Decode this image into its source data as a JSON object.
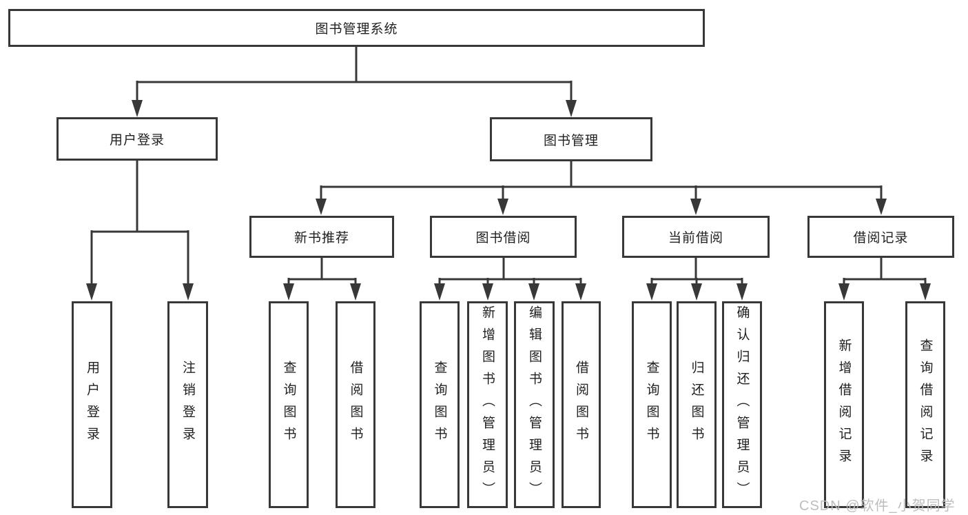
{
  "root": {
    "label": "图书管理系统"
  },
  "level2": [
    {
      "label": "用户登录"
    },
    {
      "label": "图书管理"
    }
  ],
  "level3": [
    {
      "label": "新书推荐",
      "parent": "图书管理"
    },
    {
      "label": "图书借阅",
      "parent": "图书管理"
    },
    {
      "label": "当前借阅",
      "parent": "图书管理"
    },
    {
      "label": "借阅记录",
      "parent": "图书管理"
    }
  ],
  "leaves": [
    {
      "label": "用户登录",
      "parent": "用户登录"
    },
    {
      "label": "注销登录",
      "parent": "用户登录"
    },
    {
      "label": "查询图书",
      "parent": "新书推荐"
    },
    {
      "label": "借阅图书",
      "parent": "新书推荐"
    },
    {
      "label": "查询图书",
      "parent": "图书借阅"
    },
    {
      "label": "新增图书（管理员）",
      "parent": "图书借阅"
    },
    {
      "label": "编辑图书（管理员）",
      "parent": "图书借阅"
    },
    {
      "label": "借阅图书",
      "parent": "图书借阅"
    },
    {
      "label": "查询图书",
      "parent": "当前借阅"
    },
    {
      "label": "归还图书",
      "parent": "当前借阅"
    },
    {
      "label": "确认归还（管理员）",
      "parent": "当前借阅"
    },
    {
      "label": "新增借阅记录",
      "parent": "借阅记录"
    },
    {
      "label": "查询借阅记录",
      "parent": "借阅记录"
    }
  ],
  "watermark": {
    "text": "CSDN @软件_小贺同学"
  },
  "colors": {
    "line": "#383838",
    "text": "#1f1f1f",
    "background": "#ffffff",
    "watermark": "#b9b9b9"
  }
}
